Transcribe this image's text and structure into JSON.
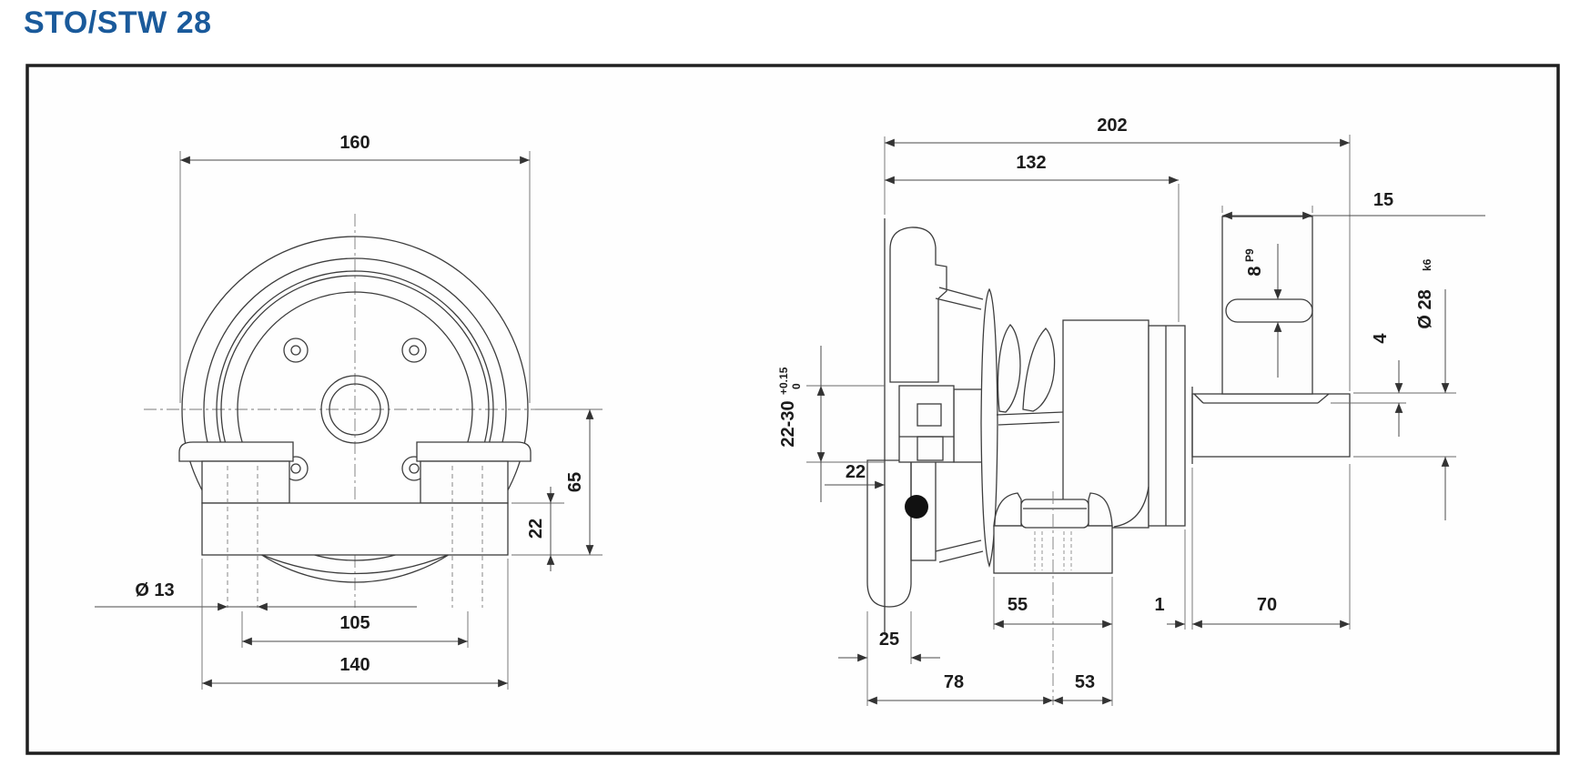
{
  "title": "STO/STW 28",
  "accent_color": "#1a5a9b",
  "drawing": {
    "front_view": {
      "total_width": "160",
      "center_to_base": "65",
      "base_step_height": "22",
      "foot_hole_diameter": "Ø 13",
      "hole_spacing": "105",
      "base_width": "140"
    },
    "section_view": {
      "total_length": "202",
      "housing_length": "132",
      "keyway_length": "15",
      "key_width": "8",
      "key_width_tolerance": "P9",
      "keyway_depth": "4",
      "shaft_diameter": "Ø 28",
      "shaft_tolerance": "k6",
      "hub_bore_range": "22-30",
      "bore_tolerance_upper": "+0.15",
      "bore_tolerance_lower": "0",
      "hub_length": "22",
      "boss_width": "55",
      "spacer_gap": "1",
      "shaft_length": "70",
      "rim_width": "25",
      "wheel_to_center": "78",
      "center_to_face": "53"
    }
  }
}
